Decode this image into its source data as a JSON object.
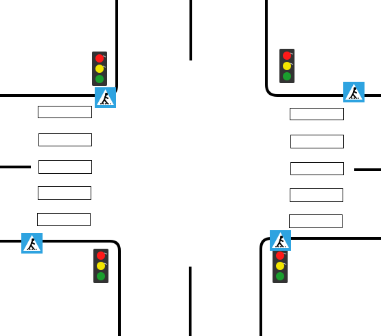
{
  "colors": {
    "background": "#ffffff",
    "road_line": "#000000",
    "crosswalk_stripe_border": "#111111",
    "traffic_light_body": "#333333",
    "light_red": "#ff1a1a",
    "light_yellow": "#f2e600",
    "light_green": "#1a9e2e",
    "sign_blue": "#2ea3e0",
    "sign_white": "#ffffff",
    "sign_black": "#000000"
  },
  "icons": {
    "traffic_light": "traffic-light-icon",
    "pedestrian_crossing_sign": "pedestrian-crossing-sign-icon"
  },
  "crosswalks": {
    "left_stripe_count": 5,
    "right_stripe_count": 5
  },
  "traffic_lights": [
    "top-left",
    "top-right",
    "bottom-left",
    "bottom-right"
  ],
  "pedestrian_signs": [
    "top-left",
    "top-right",
    "bottom-left",
    "bottom-right"
  ]
}
